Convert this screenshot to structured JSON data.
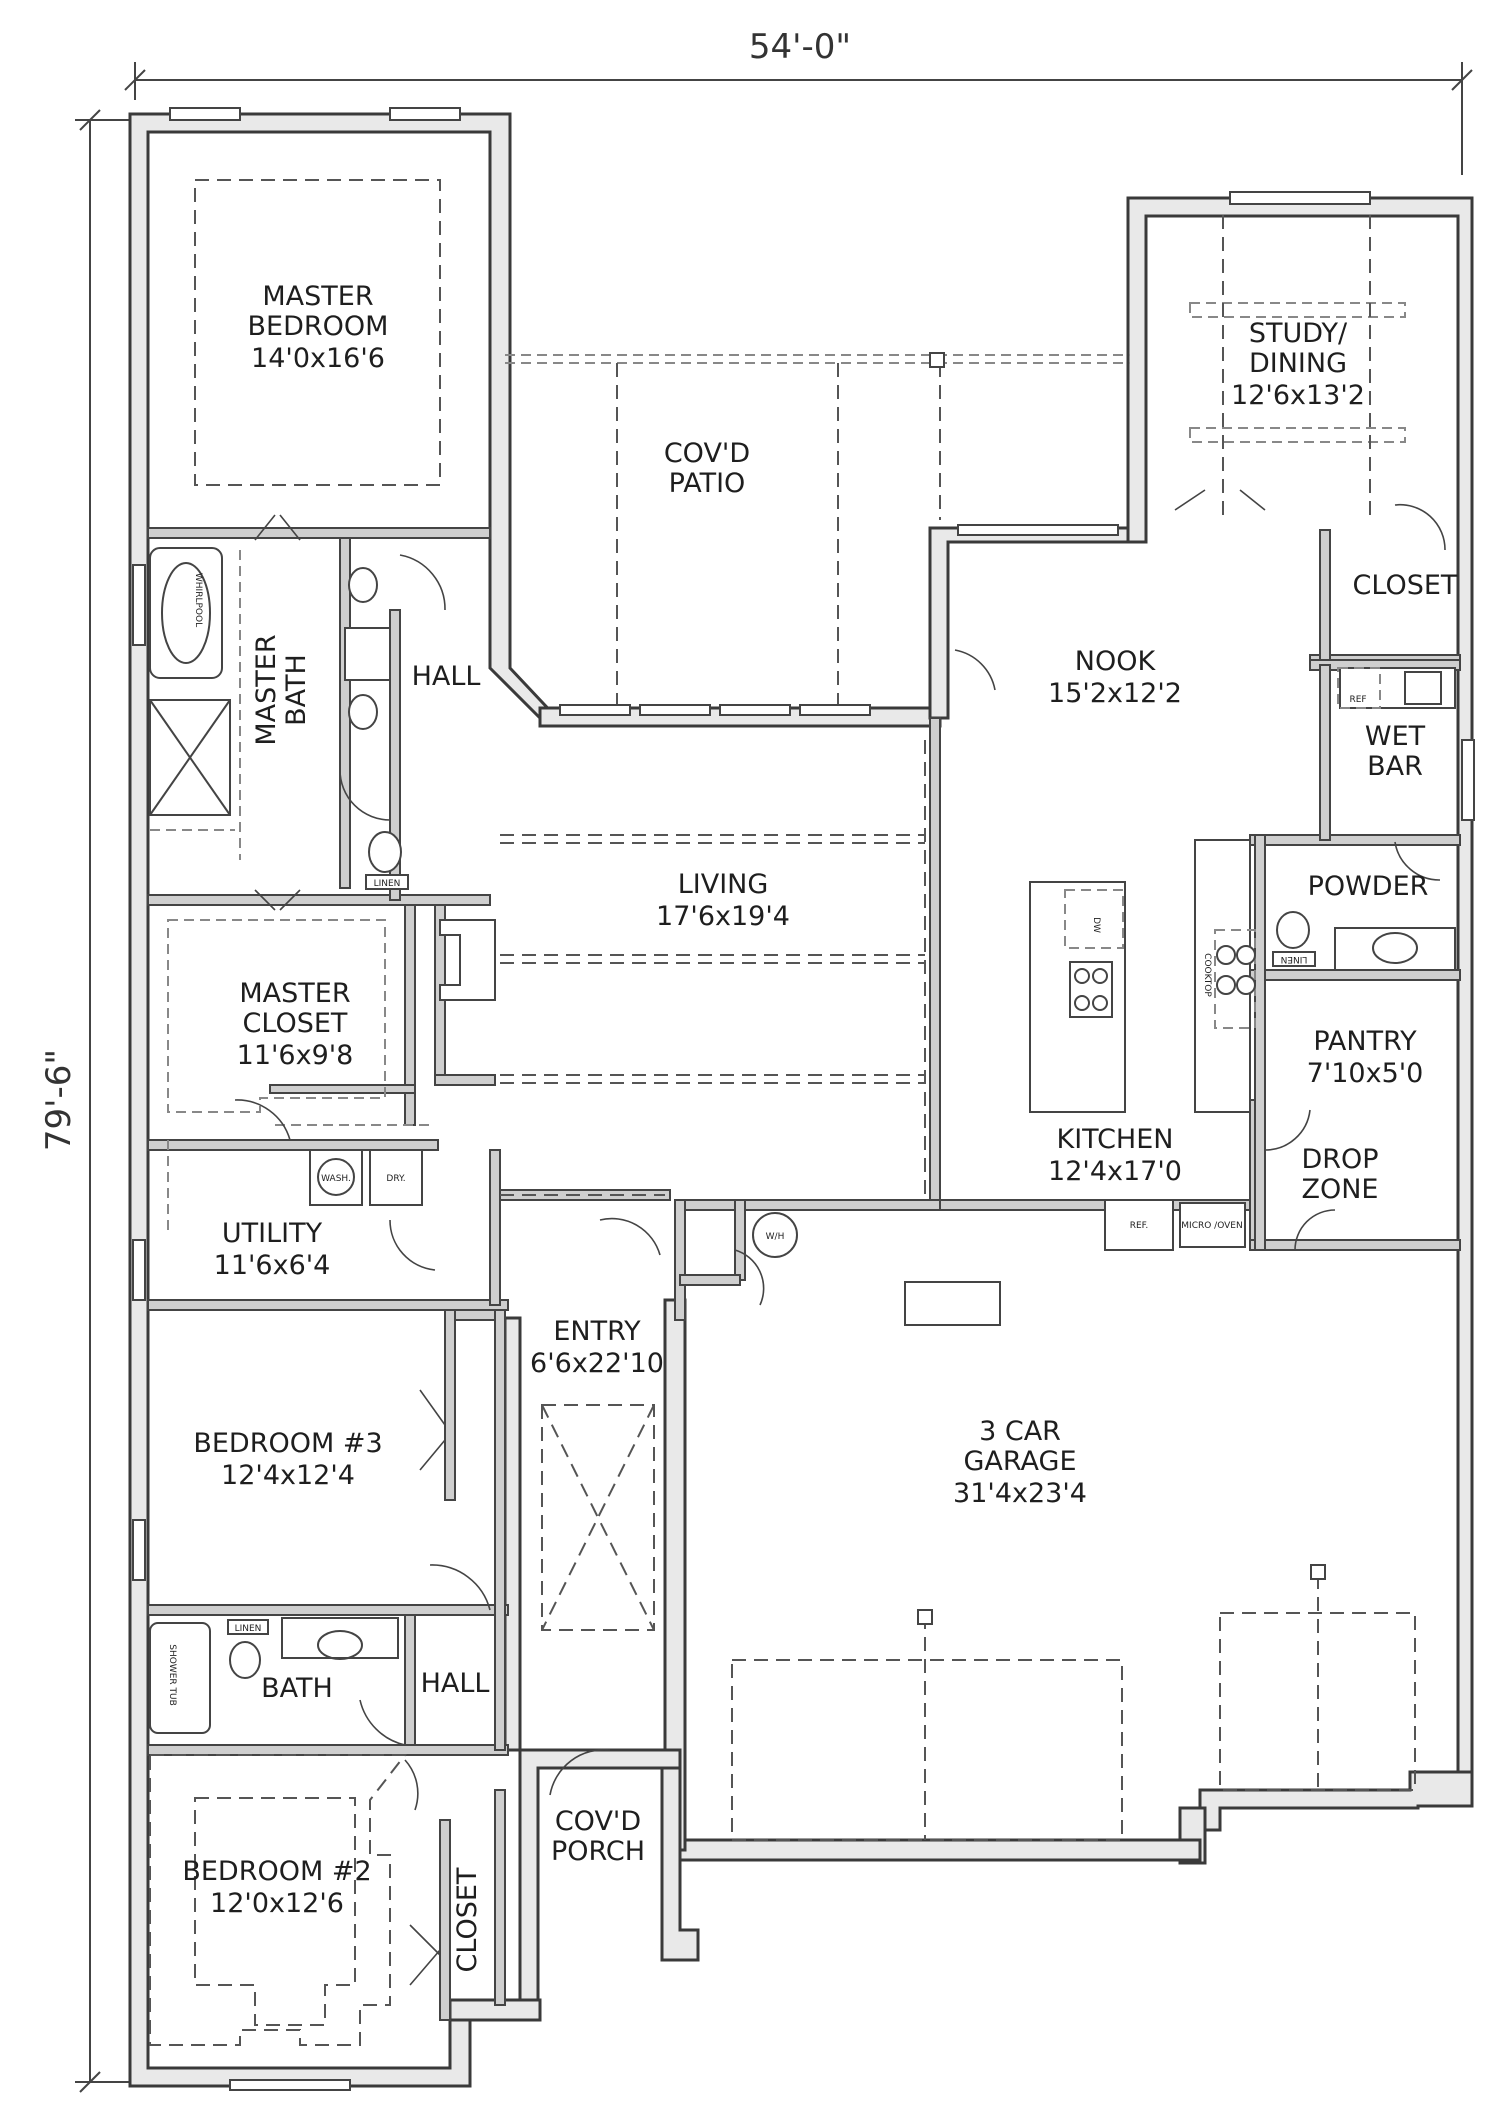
{
  "dimensions": {
    "width": "54'-0\"",
    "depth": "79'-6\""
  },
  "rooms": {
    "master_bedroom": {
      "name1": "MASTER",
      "name2": "BEDROOM",
      "size": "14'0x16'6"
    },
    "covd_patio": {
      "name1": "COV'D",
      "name2": "PATIO"
    },
    "study": {
      "name1": "STUDY/",
      "name2": "DINING",
      "size": "12'6x13'2"
    },
    "master_bath": {
      "name1": "MASTER",
      "name2": "BATH"
    },
    "hall_top": {
      "name": "HALL"
    },
    "closet_top": {
      "name": "CLOSET"
    },
    "nook": {
      "name": "NOOK",
      "size": "15'2x12'2"
    },
    "wet_bar": {
      "name1": "WET",
      "name2": "BAR"
    },
    "living": {
      "name": "LIVING",
      "size": "17'6x19'4"
    },
    "powder": {
      "name": "POWDER"
    },
    "master_closet": {
      "name1": "MASTER",
      "name2": "CLOSET",
      "size": "11'6x9'8"
    },
    "pantry": {
      "name": "PANTRY",
      "size": "7'10x5'0"
    },
    "kitchen": {
      "name": "KITCHEN",
      "size": "12'4x17'0"
    },
    "drop_zone": {
      "name1": "DROP",
      "name2": "ZONE"
    },
    "utility": {
      "name": "UTILITY",
      "size": "11'6x6'4"
    },
    "entry": {
      "name": "ENTRY",
      "size": "6'6x22'10"
    },
    "garage": {
      "name1": "3 CAR",
      "name2": "GARAGE",
      "size": "31'4x23'4"
    },
    "bedroom3": {
      "name": "BEDROOM #3",
      "size": "12'4x12'4"
    },
    "bath": {
      "name": "BATH"
    },
    "hall_bottom": {
      "name": "HALL"
    },
    "covd_porch": {
      "name1": "COV'D",
      "name2": "PORCH"
    },
    "bedroom2": {
      "name": "BEDROOM #2",
      "size": "12'0x12'6"
    },
    "closet_bottom": {
      "name": "CLOSET"
    }
  },
  "fixtures": {
    "whirlpool": "WHIRLPOOL",
    "linen_master": "LINEN",
    "linen_bath": "LINEN",
    "linen_powder": "LINEN",
    "wash": "WASH.",
    "dry": "DRY.",
    "wh": "W/H",
    "dw": "DW",
    "cooktop": "COOKTOP",
    "ref_kitchen": "REF.",
    "ref_bar": "REF",
    "micro_oven": "MICRO /OVEN",
    "shower_tub": "SHOWER TUB"
  }
}
